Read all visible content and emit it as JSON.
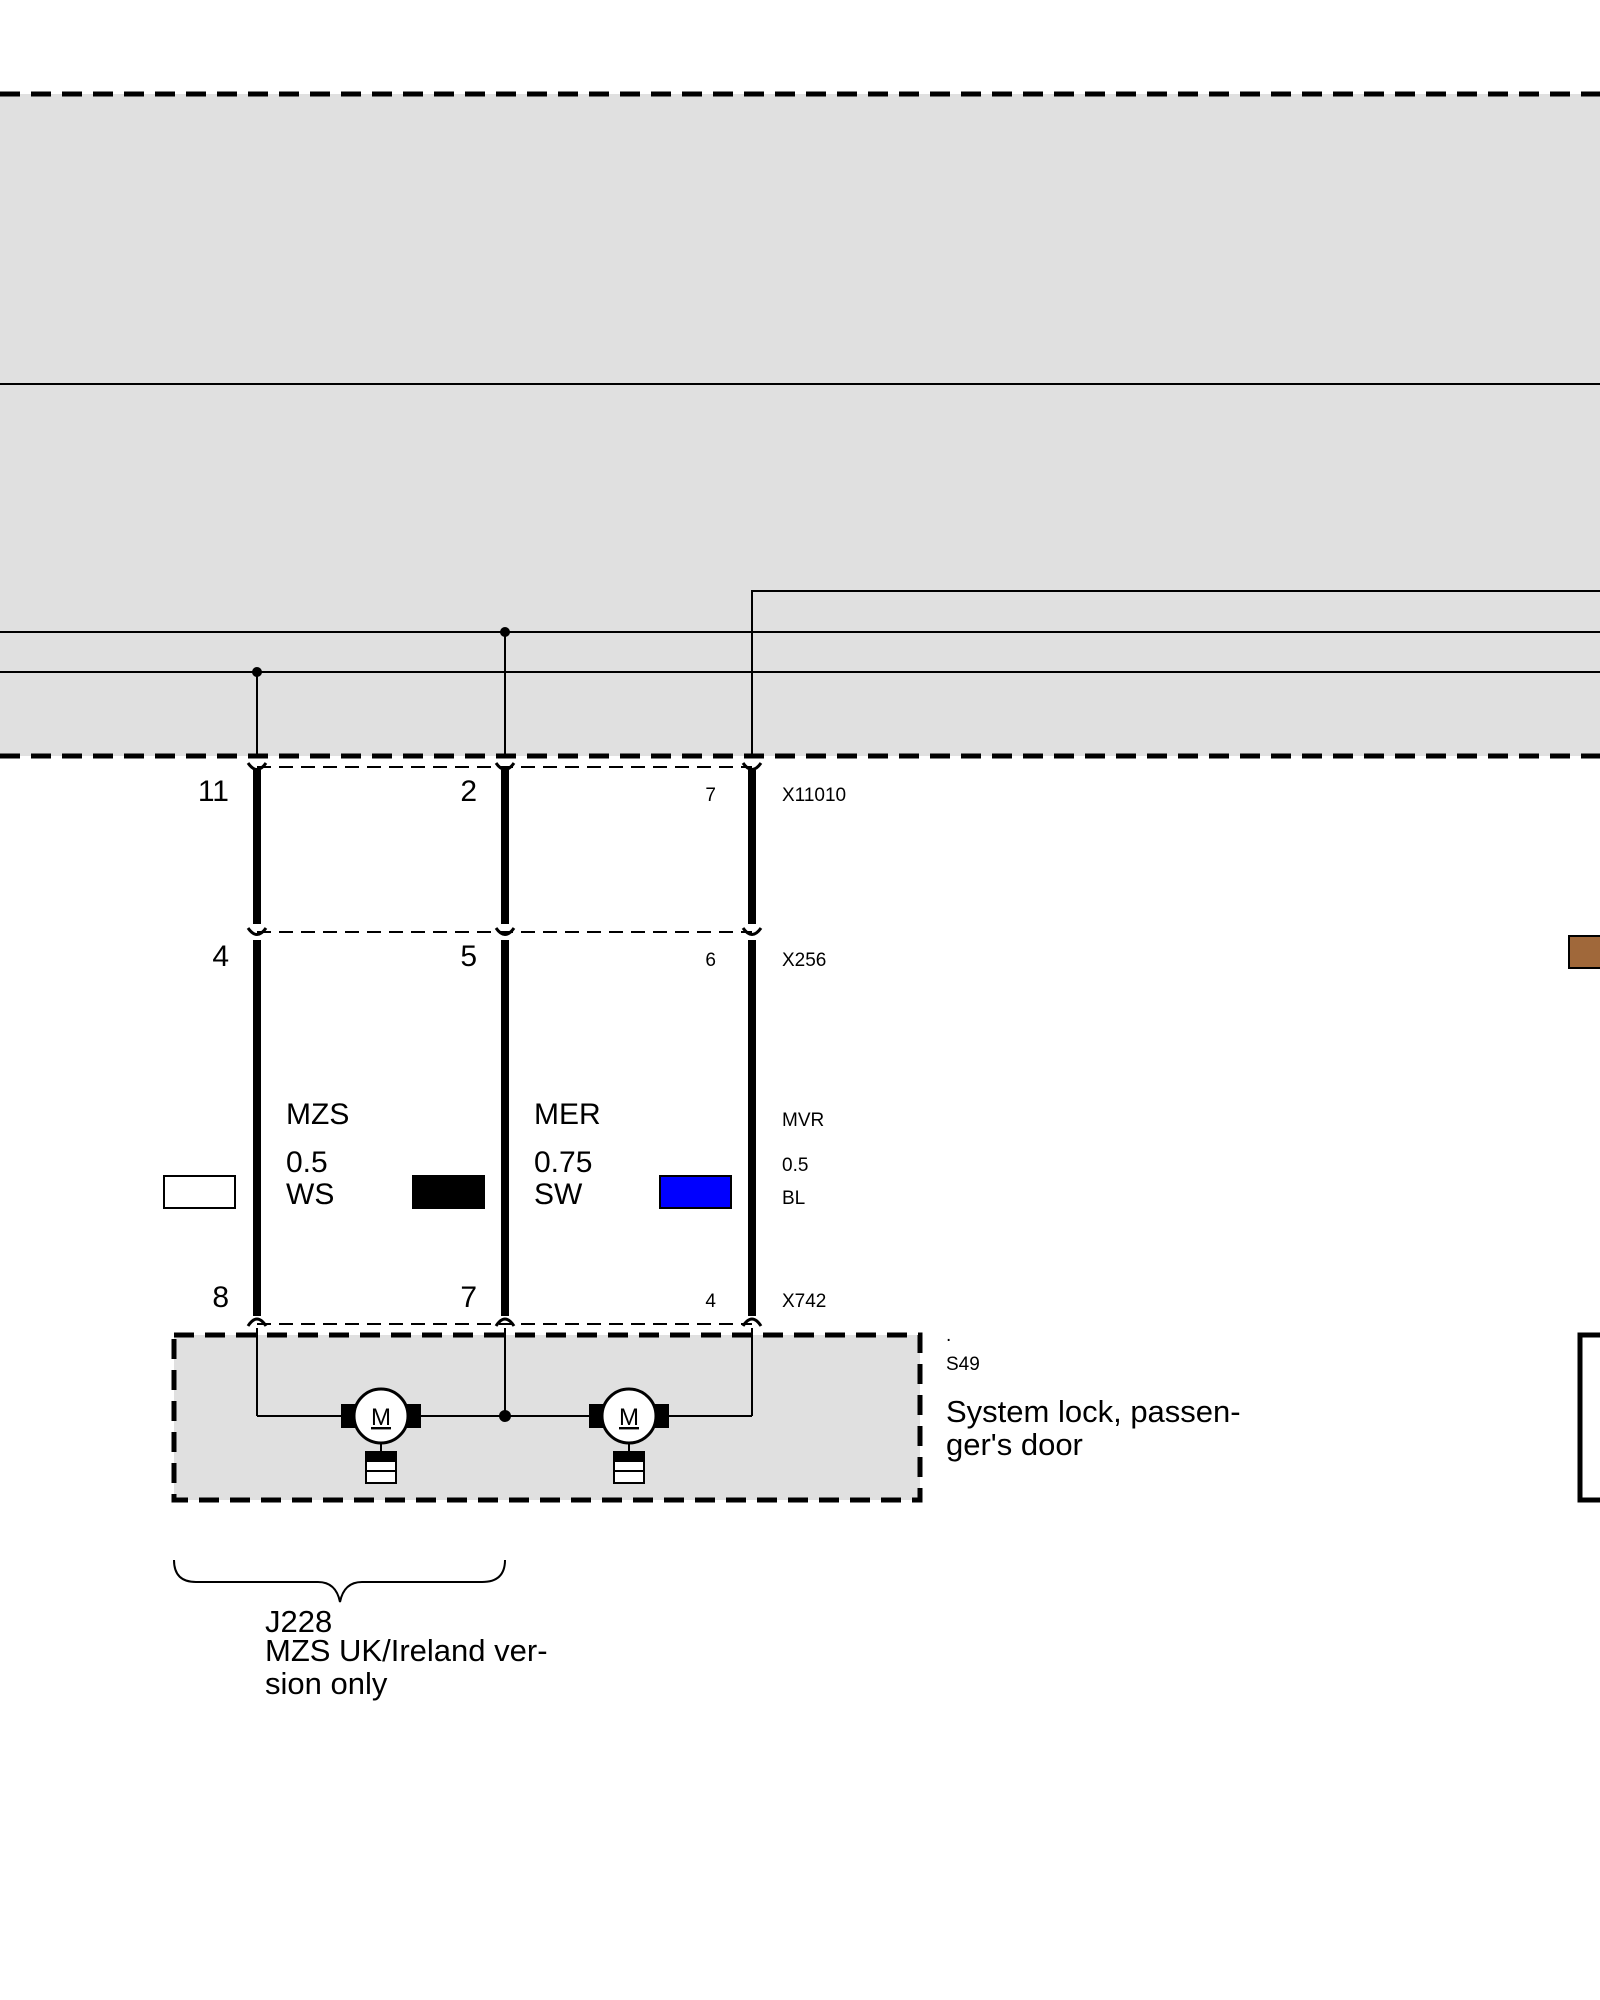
{
  "colors": {
    "module_fill": "#e0e0e0",
    "wire_ws": "#ffffff",
    "wire_sw": "#000000",
    "wire_bl": "#0000ff",
    "wire_br": "#a0683a"
  },
  "connectors": {
    "x11010": {
      "name": "X11010",
      "pins": [
        "11",
        "2",
        "7"
      ]
    },
    "x256": {
      "name": "X256",
      "pins": [
        "4",
        "5",
        "6"
      ]
    },
    "x742": {
      "name": "X742",
      "pins": [
        "8",
        "7",
        "4"
      ]
    }
  },
  "wires": [
    {
      "signal": "MZS",
      "size": "0.5",
      "color": "WS"
    },
    {
      "signal": "MER",
      "size": "0.75",
      "color": "SW"
    },
    {
      "signal": "MVR",
      "size": "0.5",
      "color": "BL"
    }
  ],
  "component": {
    "dot": ".",
    "code": "S49",
    "name_line1": "System lock, passen-",
    "name_line2": "ger's door",
    "motor_label": "M"
  },
  "note": {
    "code": "J228",
    "line1": "MZS UK/Ireland ver-",
    "line2": "sion only"
  }
}
